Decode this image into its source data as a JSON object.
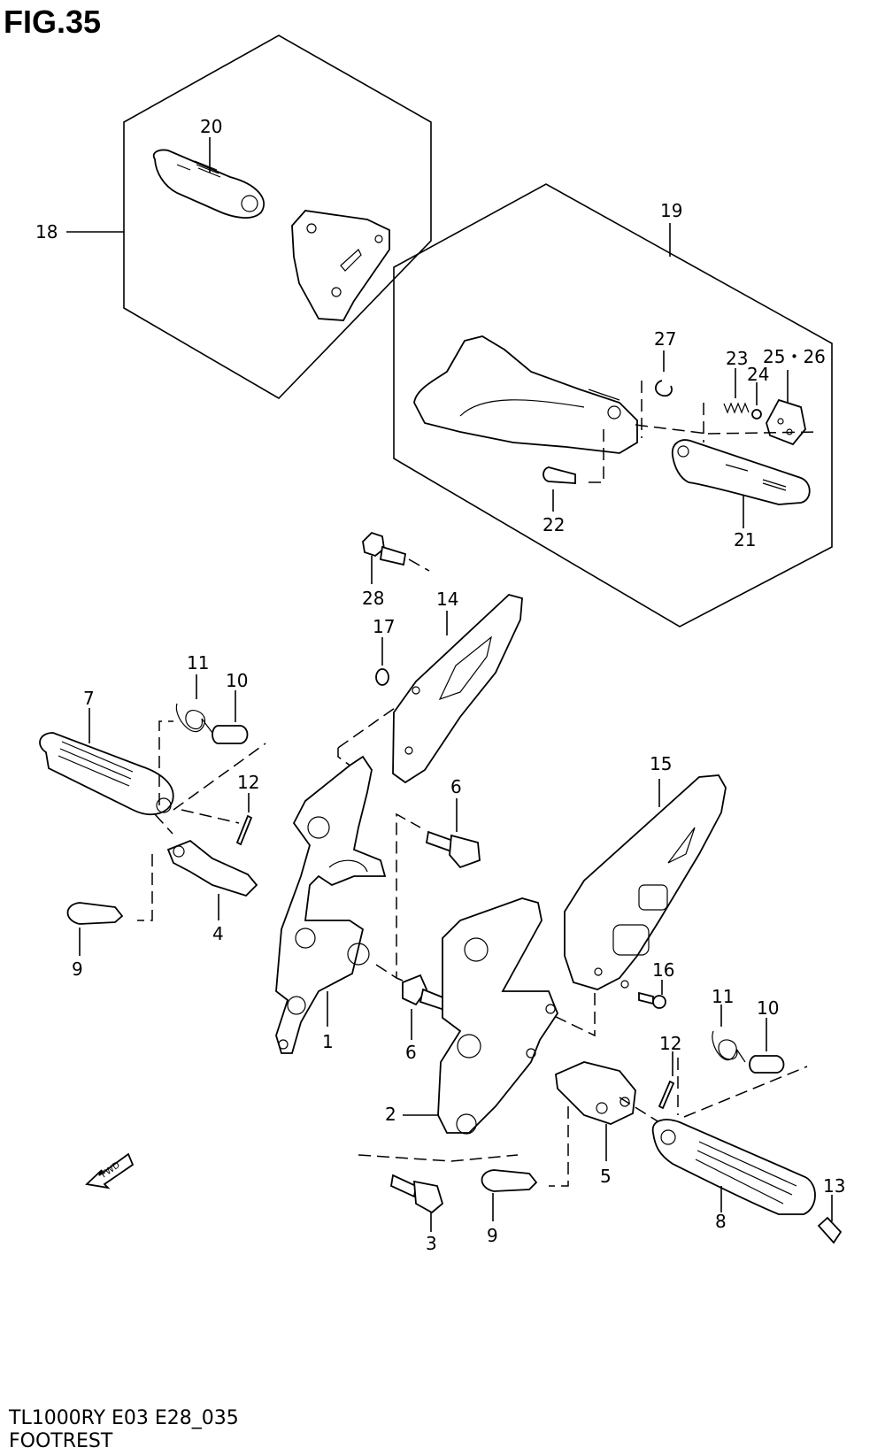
{
  "figure": {
    "title": "FIG.35"
  },
  "footer": {
    "model_code": "TL1000RY E03 E28_035",
    "section_name": "FOOTREST"
  },
  "fwd_label": "FWD",
  "callouts": {
    "c1": "1",
    "c2": "2",
    "c3": "3",
    "c4": "4",
    "c5": "5",
    "c6a": "6",
    "c6b": "6",
    "c7": "7",
    "c8": "8",
    "c9a": "9",
    "c9b": "9",
    "c10a": "10",
    "c10b": "10",
    "c11a": "11",
    "c11b": "11",
    "c12a": "12",
    "c12b": "12",
    "c13": "13",
    "c14": "14",
    "c15": "15",
    "c16": "16",
    "c17": "17",
    "c18": "18",
    "c19": "19",
    "c20": "20",
    "c21": "21",
    "c22": "22",
    "c23": "23",
    "c24": "24",
    "c25_26": "25・26",
    "c27": "27",
    "c28": "28"
  }
}
